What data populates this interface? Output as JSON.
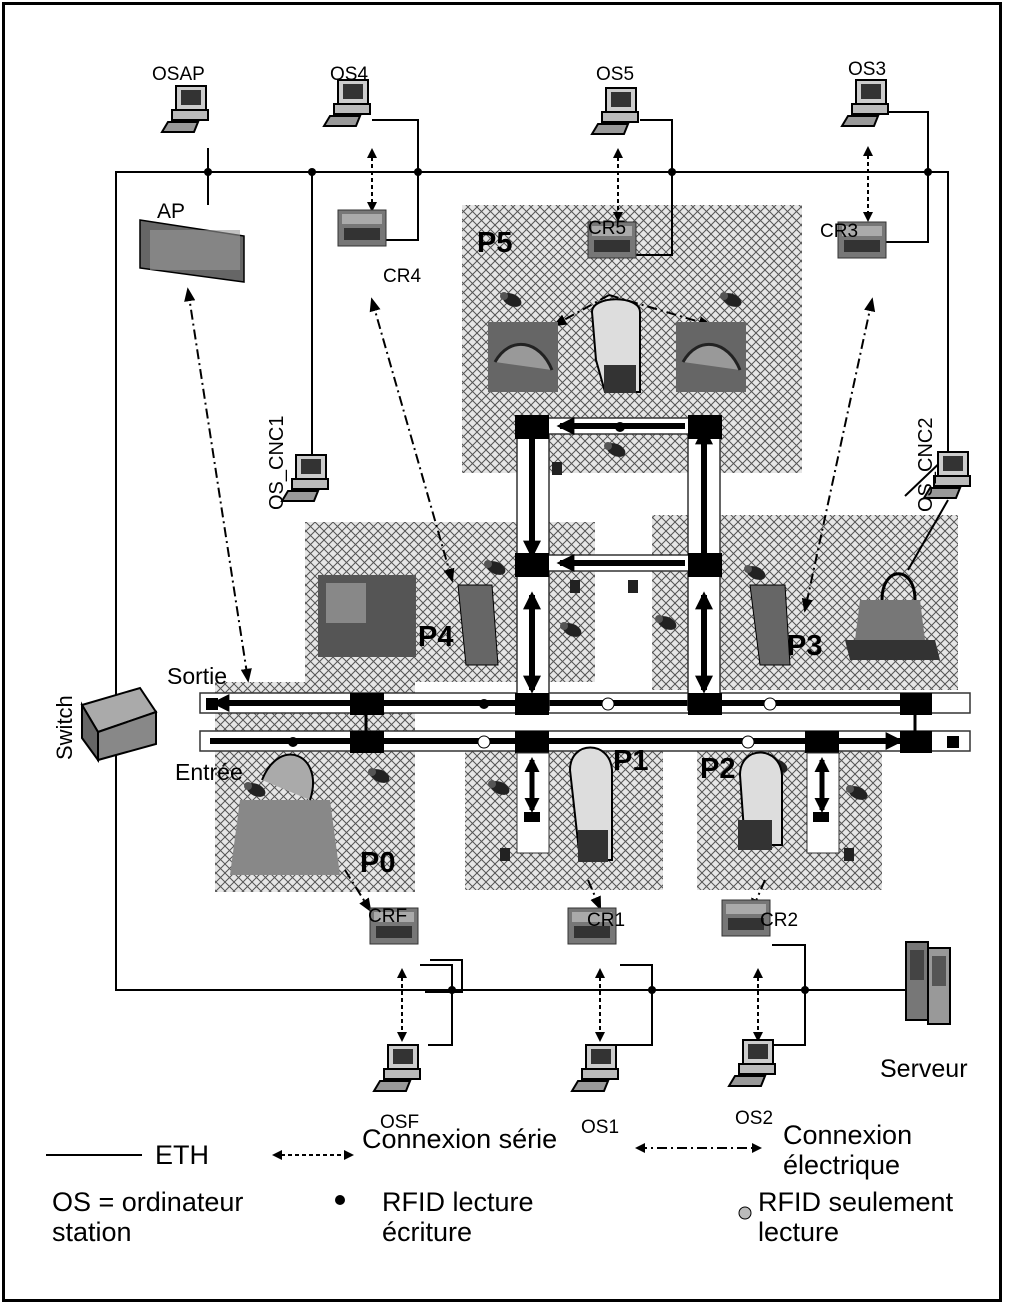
{
  "labels": {
    "osap": "OSAP",
    "os4": "OS4",
    "os5": "OS5",
    "os3": "OS3",
    "ap": "AP",
    "cr4": "CR4",
    "cr5": "CR5",
    "cr3": "CR3",
    "p5": "P5",
    "p4": "P4",
    "p3": "P3",
    "p1": "P1",
    "p2": "P2",
    "p0": "P0",
    "os_cnc1": "OS_CNC1",
    "os_cnc2": "OS_CNC2",
    "sortie": "Sortie",
    "entree": "Entrée",
    "switch": "Switch",
    "crf": "CRF",
    "cr1": "CR1",
    "cr2": "CR2",
    "osf": "OSF",
    "os1": "OS1",
    "os2": "OS2",
    "serveur": "Serveur"
  },
  "legend": {
    "eth": "ETH",
    "serial": "Connexion série",
    "electric_line1": "Connexion",
    "electric_line2": "électrique",
    "os_def_line1": "OS = ordinateur",
    "os_def_line2": "station",
    "rfid_rw_line1": "RFID lecture",
    "rfid_rw_line2": "écriture",
    "rfid_r_line1": "RFID seulement",
    "rfid_r_line2": "lecture"
  }
}
